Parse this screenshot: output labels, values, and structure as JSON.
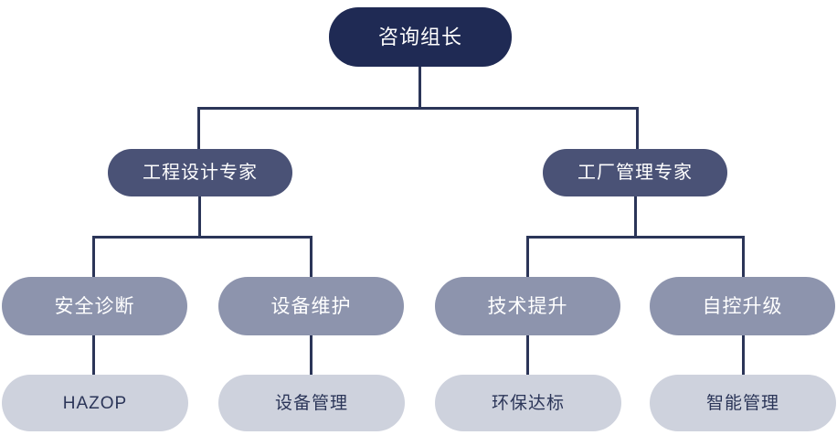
{
  "diagram": {
    "type": "organization-chart",
    "title_node": "咨询组长",
    "background_color": "#ffffff",
    "connector_color": "#2b3558",
    "levels": [
      {
        "level": 1,
        "fill": "#1f2a54",
        "text_color": "#ffffff",
        "nodes": [
          {
            "label": "咨询组长"
          }
        ]
      },
      {
        "level": 2,
        "fill": "#4a5276",
        "text_color": "#ffffff",
        "nodes": [
          {
            "label": "工程设计专家"
          },
          {
            "label": "工厂管理专家"
          }
        ]
      },
      {
        "level": 3,
        "fill": "#8d94ad",
        "text_color": "#ffffff",
        "nodes": [
          {
            "label": "安全诊断"
          },
          {
            "label": "设备维护"
          },
          {
            "label": "技术提升"
          },
          {
            "label": "自控升级"
          }
        ]
      },
      {
        "level": 4,
        "fill": "#ced2dd",
        "text_color": "#2b3558",
        "nodes": [
          {
            "label": "HAZOP"
          },
          {
            "label": "设备管理"
          },
          {
            "label": "环保达标"
          },
          {
            "label": "智能管理"
          }
        ]
      }
    ]
  }
}
